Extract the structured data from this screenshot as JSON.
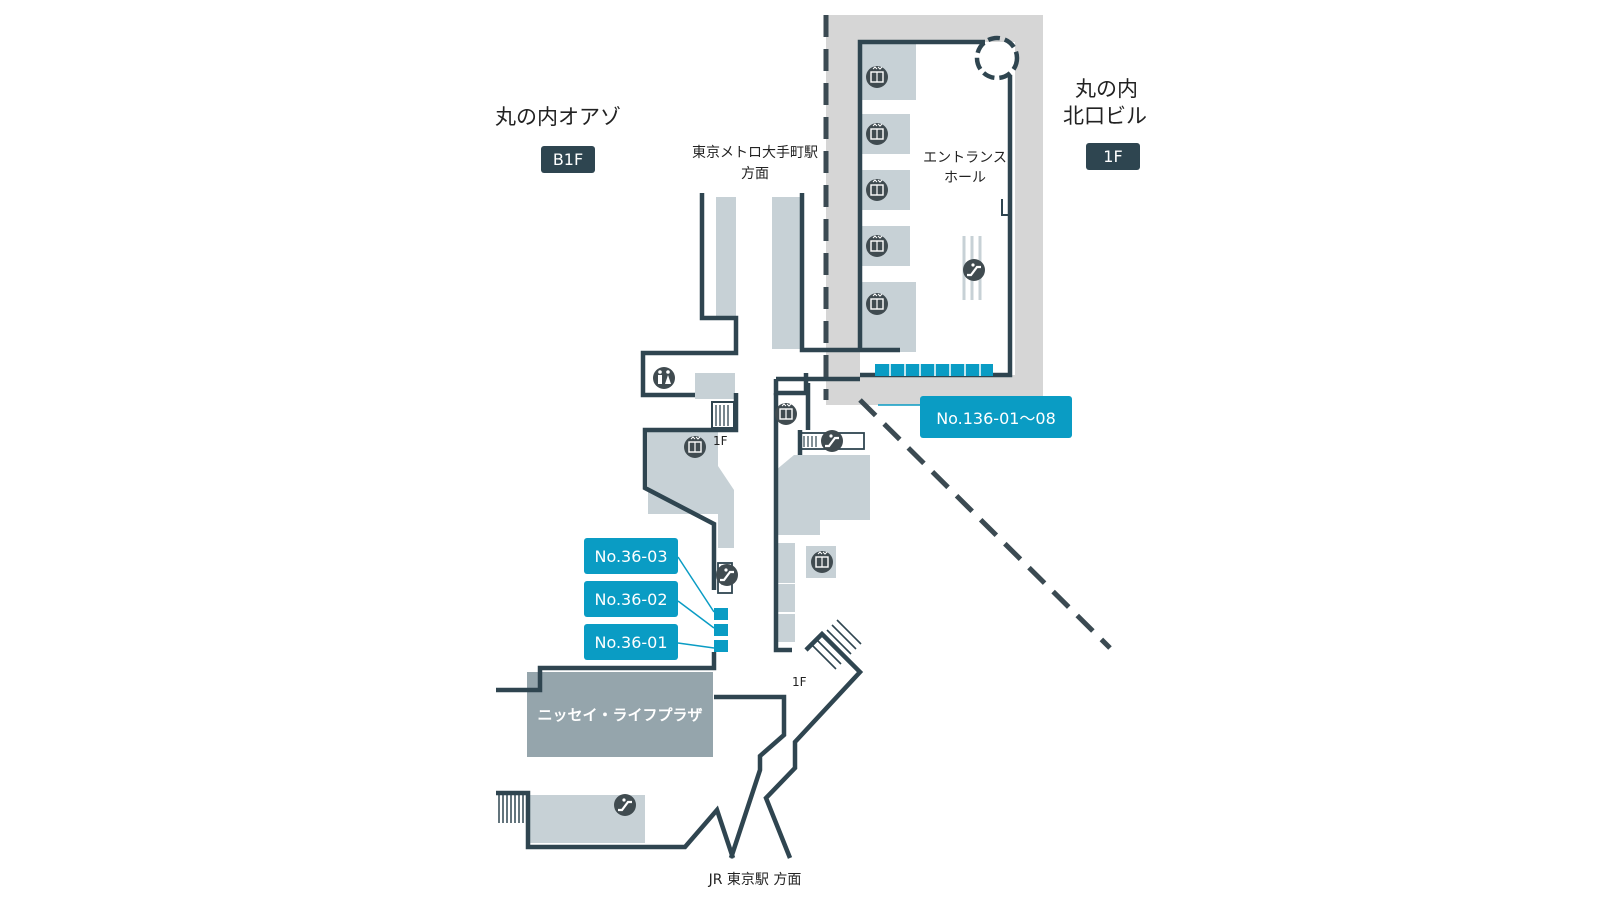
{
  "buildings": {
    "left_name": "丸の内オアゾ",
    "left_floor": "B1F",
    "right_name_line1": "丸の内",
    "right_name_line2": "北口ビル",
    "right_floor": "1F"
  },
  "directions": {
    "metro_line1": "東京メトロ大手町駅",
    "metro_line2": "方面",
    "jr": "JR 東京駅 方面"
  },
  "hall": {
    "line1": "エントランス",
    "line2": "ホール"
  },
  "floor_marks": {
    "stairs_left": "1F",
    "stairs_bottom": "1F"
  },
  "areas": {
    "plaza": "ニッセイ・ライフプラザ"
  },
  "lockers": {
    "main": "No.136-01～08",
    "l3": "No.36-03",
    "l2": "No.36-02",
    "l1": "No.36-01"
  },
  "colors": {
    "wall": "#2f4550",
    "room": "#c7d1d6",
    "plaza": "#95a5ac",
    "outer": "#d6d6d6",
    "locker": "#0a9cc4",
    "icon": "#404b50"
  },
  "icons": {
    "elevator": "elevator-icon",
    "escalator": "escalator-icon",
    "restroom": "restroom-icon"
  }
}
